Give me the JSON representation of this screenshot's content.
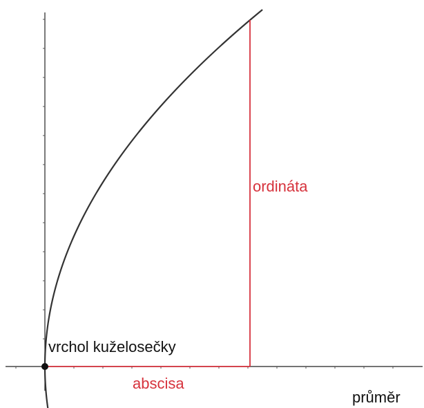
{
  "labels": {
    "vertex": "vrchol kuželosečky",
    "abscissa": "abscisa",
    "ordinate": "ordináta",
    "diameter": "průměr"
  },
  "colors": {
    "curve": "#333333",
    "axis": "#222222",
    "construction": "#d6323c",
    "labels": "#111111"
  }
}
